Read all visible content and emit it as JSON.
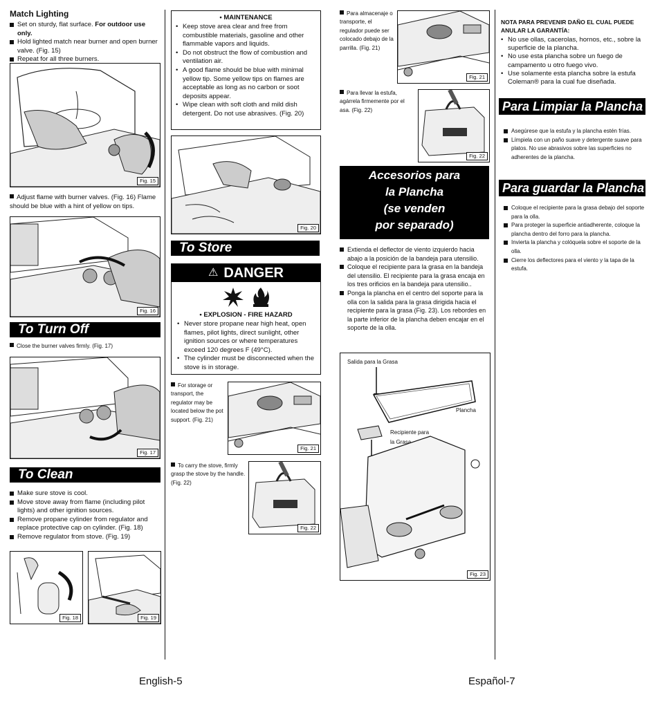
{
  "col1": {
    "match_title": "Match Lighting",
    "match_items": [
      {
        "text": "Set on sturdy, flat surface. ",
        "bold": "For outdoor use only."
      },
      {
        "text": "Hold lighted match near burner and open burner valve. (Fig. 15)",
        "bold": ""
      },
      {
        "text": "Repeat for all three burners.",
        "bold": ""
      }
    ],
    "fig15": "Fig. 15",
    "adjust_text": "Adjust flame with burner valves. (Fig. 16) Flame should be blue with a hint of yellow on tips.",
    "fig16": "Fig. 16",
    "turn_off_title": "To Turn Off",
    "turn_off_text": "Close the burner valves firmly. (Fig. 17)",
    "fig17": "Fig. 17",
    "clean_title": "To Clean",
    "clean_items": [
      "Make sure stove is cool.",
      "Move stove away from flame (including pilot lights) and other ignition sources.",
      "Remove propane cylinder from regulator and replace protective cap on cylinder. (Fig. 18)",
      "Remove regulator from stove. (Fig. 19)"
    ],
    "fig18": "Fig. 18",
    "fig19": "Fig. 19"
  },
  "col2": {
    "maintenance_title": "• MAINTENANCE",
    "maintenance_items": [
      "Keep stove area clear and free from combustible materials, gasoline and other flammable vapors and liquids.",
      "Do not obstruct the flow of combustion and ventilation air.",
      "A good flame should be blue with minimal yellow tip.  Some yellow tips on flames are acceptable as long as no carbon or soot deposits appear.",
      "Wipe clean with soft cloth and mild dish detergent. Do not use abrasives. (Fig. 20)"
    ],
    "fig20": "Fig. 20",
    "store_title": "To Store",
    "danger_title": "DANGER",
    "danger_subtitle": "• EXPLOSION - FIRE HAZARD",
    "danger_items": [
      "Never store propane near high heat, open flames, pilot lights, direct sunlight, other ignition sources or where temperatures exceed 120 degrees F (49°C).",
      "The cylinder must be disconnected when the stove is in storage."
    ],
    "storage_text": "For storage or transport, the regulator may be located below the pot support. (Fig. 21)",
    "fig21": "Fig. 21",
    "carry_text": "To carry the stove, firmly grasp the stove by the handle. (Fig. 22)",
    "fig22": "Fig. 22"
  },
  "col3": {
    "almacen_text": "Para almacenaje o transporte, el regulador puede ser colocado debajo de la parrilla. (Fig. 21)",
    "fig21": "Fig. 21",
    "llevar_text": "Para llevar la estufa, agárrela firmemente por el asa. (Fig. 22)",
    "fig22": "Fig. 22",
    "accesorios_title": [
      "Accesorios para",
      "la Plancha",
      "(se venden",
      "por separado)"
    ],
    "accesorios_items": [
      "Extienda el deflector de viento izquierdo hacia abajo a la posición de la bandeja para utensilio.",
      "Coloque el recipiente para la grasa en la bandeja del utensilio. El recipiente para la grasa encaja en los tres orificios en la bandeja para utensilio..",
      "Ponga la plancha en el centro del soporte para la olla con la salida para la grasa dirigida hacia el recipiente para la grasa (Fig. 23).  Los rebordes en la parte inferior de la plancha deben encajar en el soporte de la olla."
    ],
    "fig23_labels": {
      "salida": "Salida para la Grasa",
      "plancha": "Plancha",
      "recipiente_1": "Recipiente para",
      "recipiente_2": "la Grasa"
    },
    "fig23": "Fig. 23"
  },
  "col4": {
    "nota_title": "NOTA PARA PREVENIR DAÑO EL CUAL PUEDE ANULAR LA GARANTÍA:",
    "nota_items": [
      "No use ollas, cacerolas, hornos, etc., sobre la superficie de la plancha.",
      "No use esta plancha sobre un fuego de campamento u otro fuego vivo.",
      "Use solamente esta plancha sobre la estufa Coleman® para la cual fue diseñada."
    ],
    "limpiar_title": "Para Limpiar la Plancha",
    "limpiar_items": [
      "Asegúrese que la estufa y la plancha estén frías.",
      "Límpiela con un paño suave y detergente suave para platos.  No use abrasivos sobre las superficies no adherentes de la plancha."
    ],
    "guardar_title": "Para guardar la Plancha",
    "guardar_items": [
      "Coloque el recipiente para la grasa debajo del soporte para la olla.",
      "Para proteger la superficie antiadherente, coloque la plancha dentro del forro para la plancha.",
      "Invierta la plancha y colóquela sobre el soporte de la olla.",
      "Cierre los deflectores para el viento y la tapa de la estufa."
    ]
  },
  "footer": {
    "left": "English-5",
    "right": "Español-7"
  }
}
